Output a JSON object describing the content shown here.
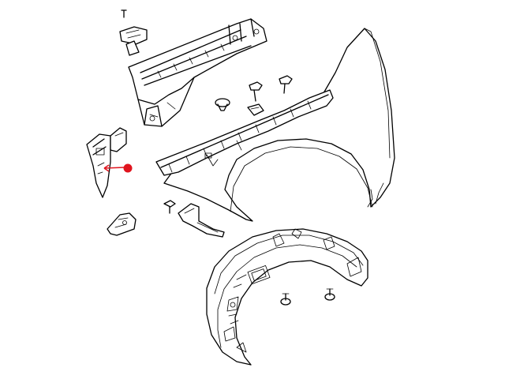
{
  "diagram": {
    "title": "",
    "colors": {
      "line": "#000000",
      "background": "#ffffff",
      "callout": "#e0141e"
    },
    "parts": [
      {
        "name": "upper-rail-bracket"
      },
      {
        "name": "fender-panel"
      },
      {
        "name": "fender-support-rail"
      },
      {
        "name": "fender-end-bracket"
      },
      {
        "name": "lower-mount-bracket"
      },
      {
        "name": "small-support-bracket"
      },
      {
        "name": "wheelhouse-liner"
      },
      {
        "name": "push-pin-fastener"
      },
      {
        "name": "bolt"
      },
      {
        "name": "screw"
      },
      {
        "name": "clip-nut"
      }
    ],
    "callout": {
      "target": "fender-end-bracket",
      "marker_shape": "filled-circle"
    }
  }
}
